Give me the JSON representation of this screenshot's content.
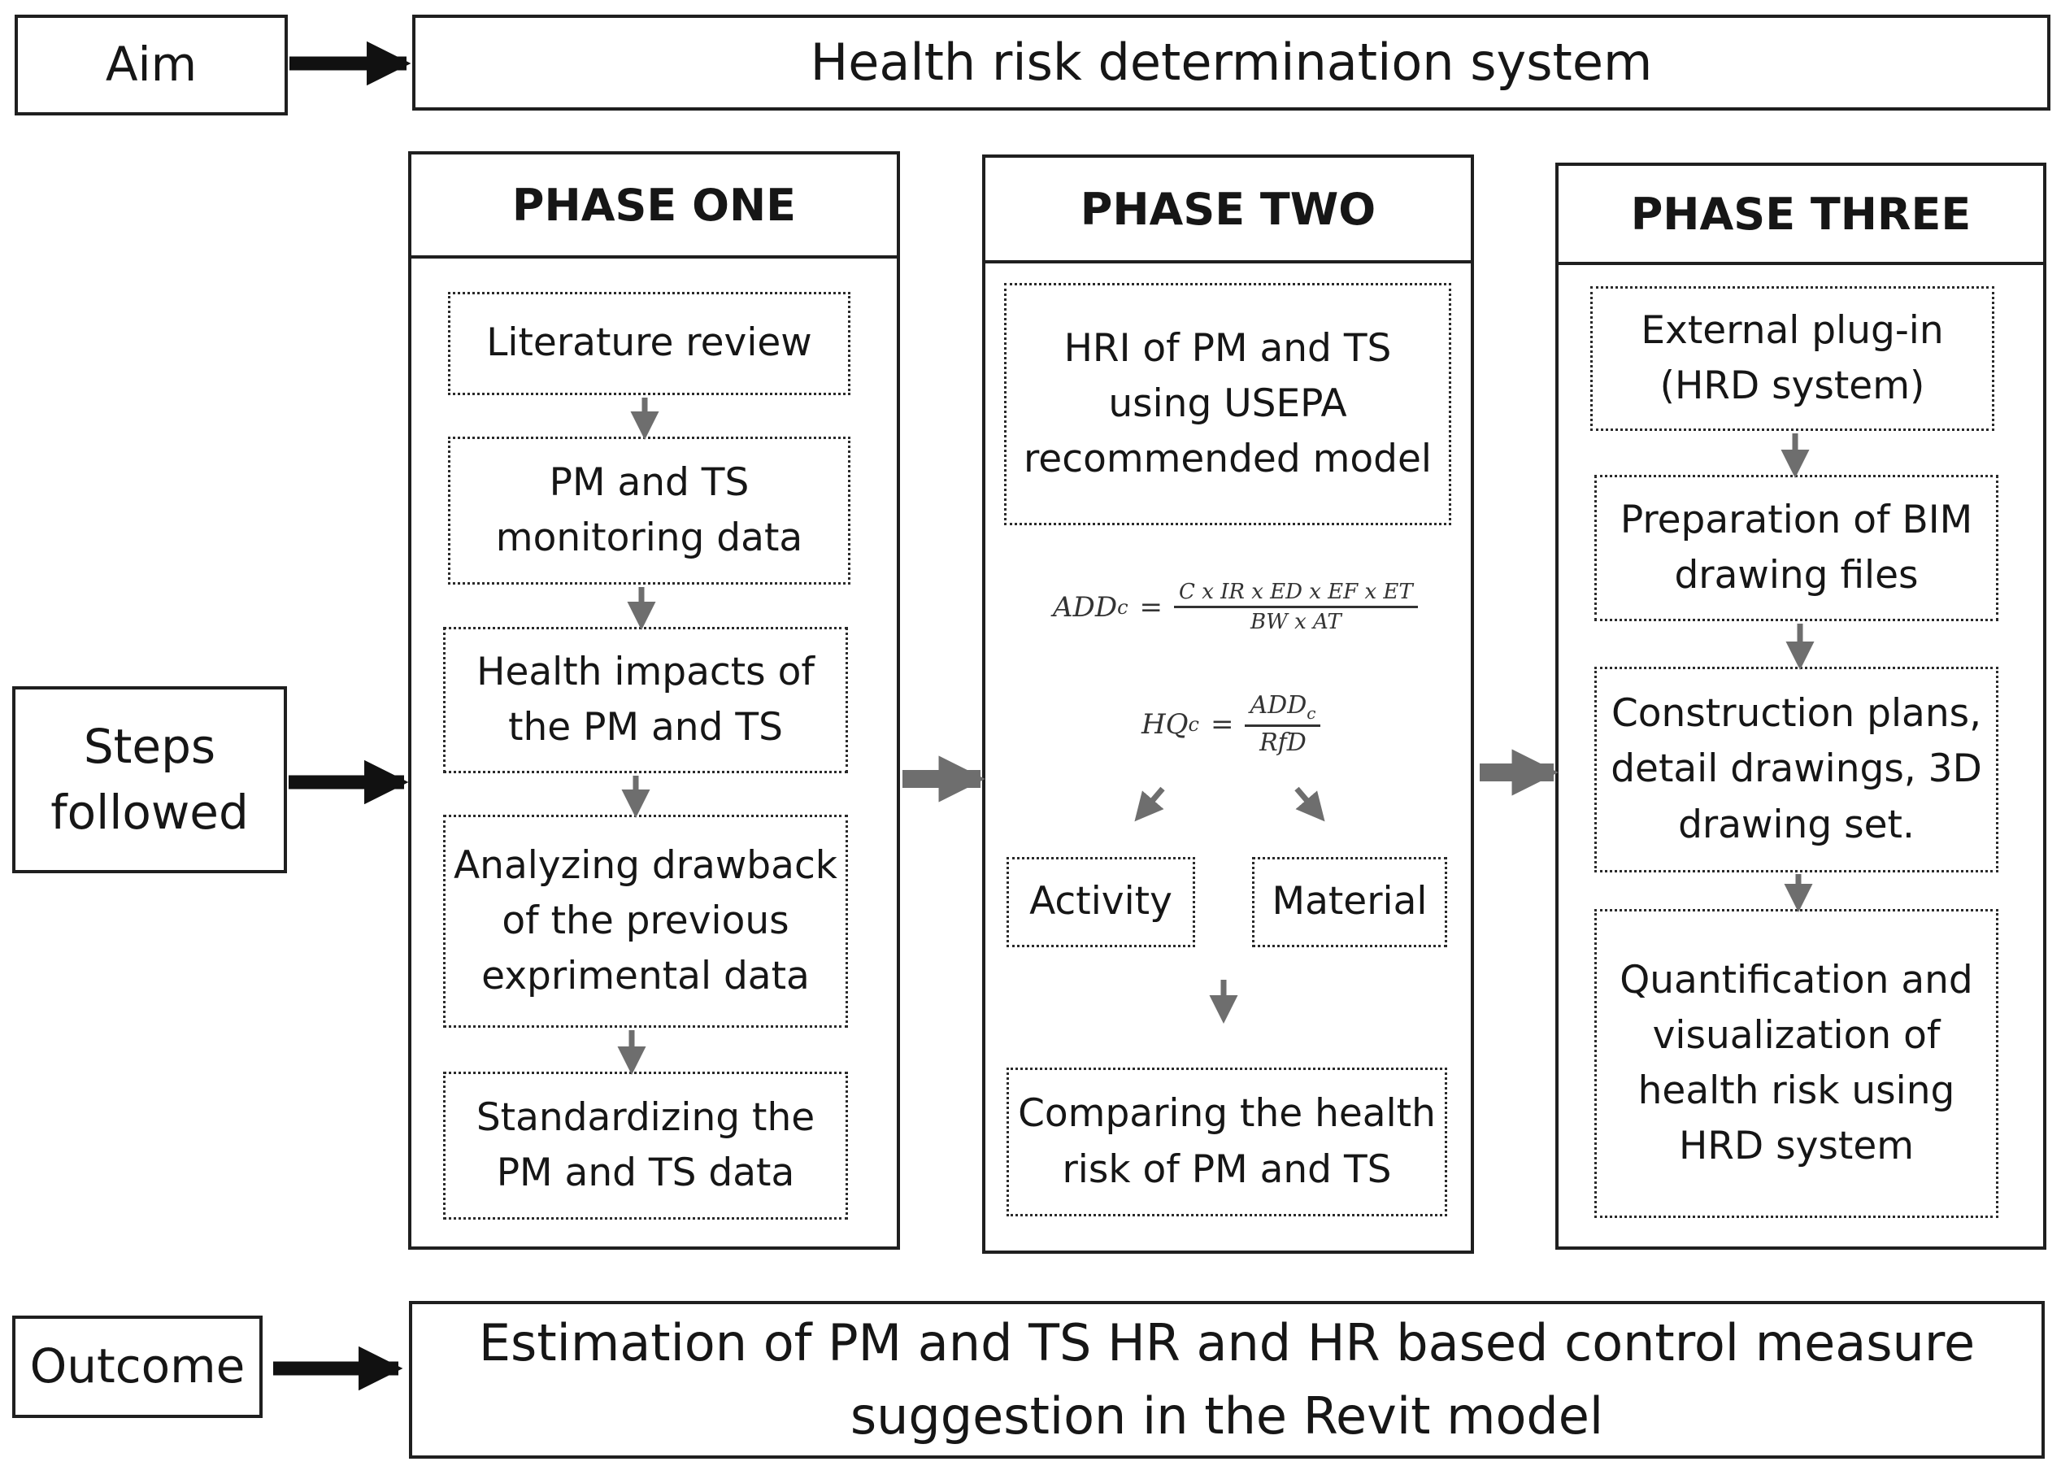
{
  "rows": {
    "aim": {
      "label": "Aim",
      "text": "Health risk determination system"
    },
    "steps": {
      "label": "Steps\nfollowed"
    },
    "outcome": {
      "label": "Outcome",
      "text": "Estimation of PM and TS HR and HR based control measure\nsuggestion in the Revit model"
    }
  },
  "phases": [
    {
      "title": "PHASE ONE",
      "steps": [
        "Literature review",
        "PM and TS\nmonitoring data",
        "Health impacts of\nthe PM and TS",
        "Analyzing drawback\nof the previous\nexprimental data",
        "Standardizing the\nPM and TS data"
      ]
    },
    {
      "title": "PHASE TWO",
      "steps": [
        "HRI of PM and TS\nusing USEPA\nrecommended model",
        "Activity",
        "Material",
        "Comparing the health\nrisk of PM and TS"
      ],
      "formula_add": {
        "lhs": "ADD",
        "sub": "c",
        "eq": "=",
        "num": "C x IR x ED x EF x ET",
        "den": "BW x AT"
      },
      "formula_hq": {
        "lhs": "HQ",
        "sub": "c",
        "eq": "=",
        "num": "ADD",
        "num_sub": "c",
        "den": "RfD"
      }
    },
    {
      "title": "PHASE THREE",
      "steps": [
        "External plug-in\n(HRD system)",
        "Preparation of BIM\ndrawing files",
        "Construction plans,\ndetail drawings, 3D\ndrawing set.",
        "Quantification and\nvisualization of\nhealth risk using\nHRD system"
      ]
    }
  ],
  "colors": {
    "thick_arrow": "#111111",
    "gray_arrow": "#6e6e6e"
  }
}
